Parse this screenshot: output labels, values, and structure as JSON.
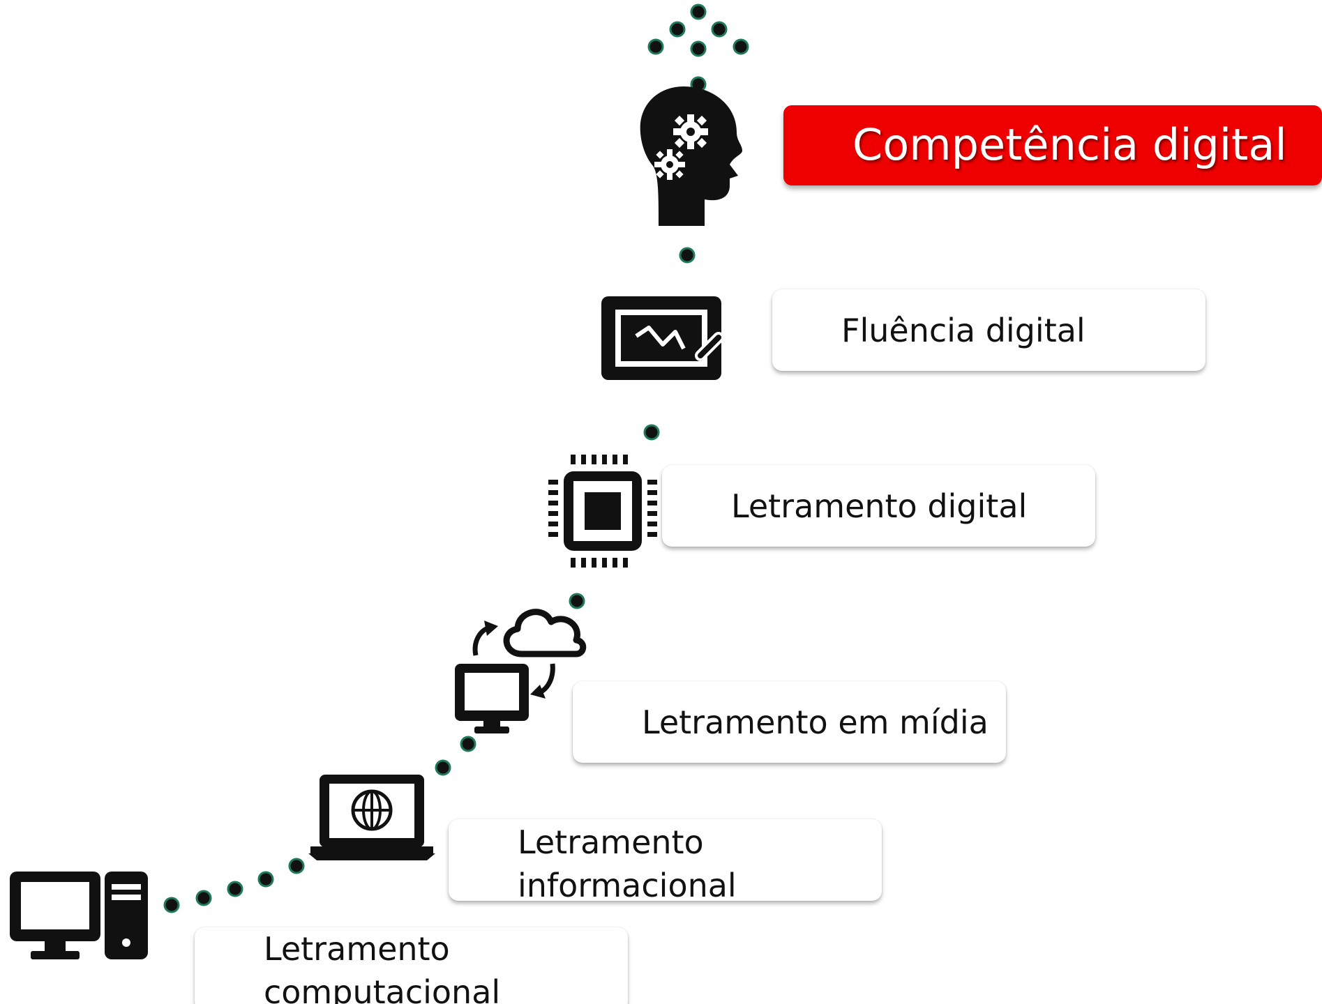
{
  "levels": [
    {
      "label": "Letramento computacional",
      "icon": "desktop-computer-icon"
    },
    {
      "label": "Letramento informacional",
      "icon": "laptop-globe-icon"
    },
    {
      "label": "Letramento em mídia",
      "icon": "monitor-cloud-sync-icon"
    },
    {
      "label": "Letramento digital",
      "icon": "microchip-icon"
    },
    {
      "label": "Fluência digital",
      "icon": "drawing-tablet-icon"
    }
  ],
  "highlight": {
    "label": "Competência digital",
    "icon": "head-gears-icon"
  },
  "colors": {
    "highlight": "#ee0000",
    "dot_fill": "#111111",
    "dot_ring": "#1f7a5c",
    "icon": "#111111"
  }
}
